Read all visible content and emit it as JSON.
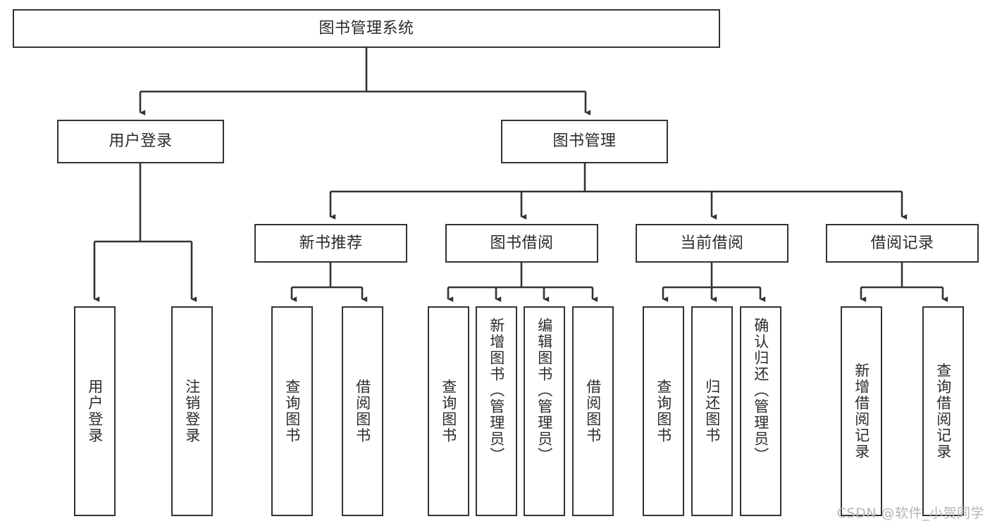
{
  "diagram": {
    "title": "图书管理系统",
    "type": "tree",
    "watermark": "CSDN @软件_小贺同学",
    "colors": {
      "box_border": "#333333",
      "box_fill": "#ffffff",
      "text": "#2b2b2b",
      "connector": "#333333",
      "watermark": "#b6b6b6",
      "background": "#ffffff"
    },
    "levels": [
      {
        "level": 1,
        "nodes": [
          {
            "id": "root",
            "label": "图书管理系统",
            "orientation": "horizontal"
          }
        ]
      },
      {
        "level": 2,
        "nodes": [
          {
            "id": "login",
            "label": "用户登录",
            "orientation": "horizontal",
            "parent": "root"
          },
          {
            "id": "bookmgr",
            "label": "图书管理",
            "orientation": "horizontal",
            "parent": "root"
          }
        ]
      },
      {
        "level": 3,
        "nodes": [
          {
            "id": "newbook",
            "label": "新书推荐",
            "orientation": "horizontal",
            "parent": "bookmgr"
          },
          {
            "id": "borrow",
            "label": "图书借阅",
            "orientation": "horizontal",
            "parent": "bookmgr"
          },
          {
            "id": "current",
            "label": "当前借阅",
            "orientation": "horizontal",
            "parent": "bookmgr"
          },
          {
            "id": "records",
            "label": "借阅记录",
            "orientation": "horizontal",
            "parent": "bookmgr"
          }
        ]
      },
      {
        "level": 4,
        "nodes": [
          {
            "id": "leaf1",
            "label": "用户登录",
            "orientation": "vertical",
            "parent": "login"
          },
          {
            "id": "leaf2",
            "label": "注销登录",
            "orientation": "vertical",
            "parent": "login"
          },
          {
            "id": "leaf3",
            "label": "查询图书",
            "orientation": "vertical",
            "parent": "newbook"
          },
          {
            "id": "leaf4",
            "label": "借阅图书",
            "orientation": "vertical",
            "parent": "newbook"
          },
          {
            "id": "leaf5",
            "label": "查询图书",
            "orientation": "vertical",
            "parent": "borrow"
          },
          {
            "id": "leaf6",
            "label": "新增图书（管理员）",
            "orientation": "vertical",
            "parent": "borrow"
          },
          {
            "id": "leaf7",
            "label": "编辑图书（管理员）",
            "orientation": "vertical",
            "parent": "borrow"
          },
          {
            "id": "leaf8",
            "label": "借阅图书",
            "orientation": "vertical",
            "parent": "borrow"
          },
          {
            "id": "leaf9",
            "label": "查询图书",
            "orientation": "vertical",
            "parent": "current"
          },
          {
            "id": "leaf10",
            "label": "归还图书",
            "orientation": "vertical",
            "parent": "current"
          },
          {
            "id": "leaf11",
            "label": "确认归还（管理员）",
            "orientation": "vertical",
            "parent": "current"
          },
          {
            "id": "leaf12",
            "label": "新增借阅记录",
            "orientation": "vertical",
            "parent": "records"
          },
          {
            "id": "leaf13",
            "label": "查询借阅记录",
            "orientation": "vertical",
            "parent": "records"
          }
        ]
      }
    ]
  }
}
